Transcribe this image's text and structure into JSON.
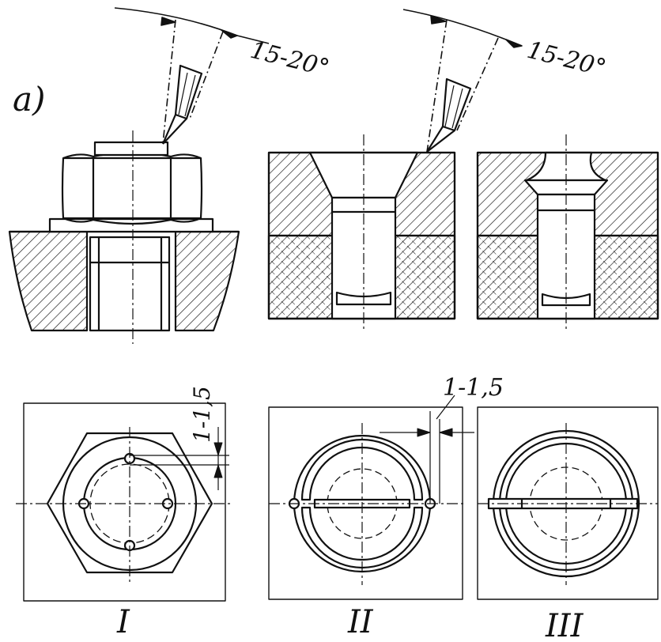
{
  "figure": {
    "label": "a)",
    "angle_label_1": "15-20°",
    "angle_label_2": "15-20°",
    "dim_label_1": "1-1,5",
    "dim_label_2": "1-1,5",
    "view_1": "I",
    "view_2": "II",
    "view_3": "III"
  },
  "colors": {
    "ink": "#111111",
    "paper": "#ffffff"
  }
}
